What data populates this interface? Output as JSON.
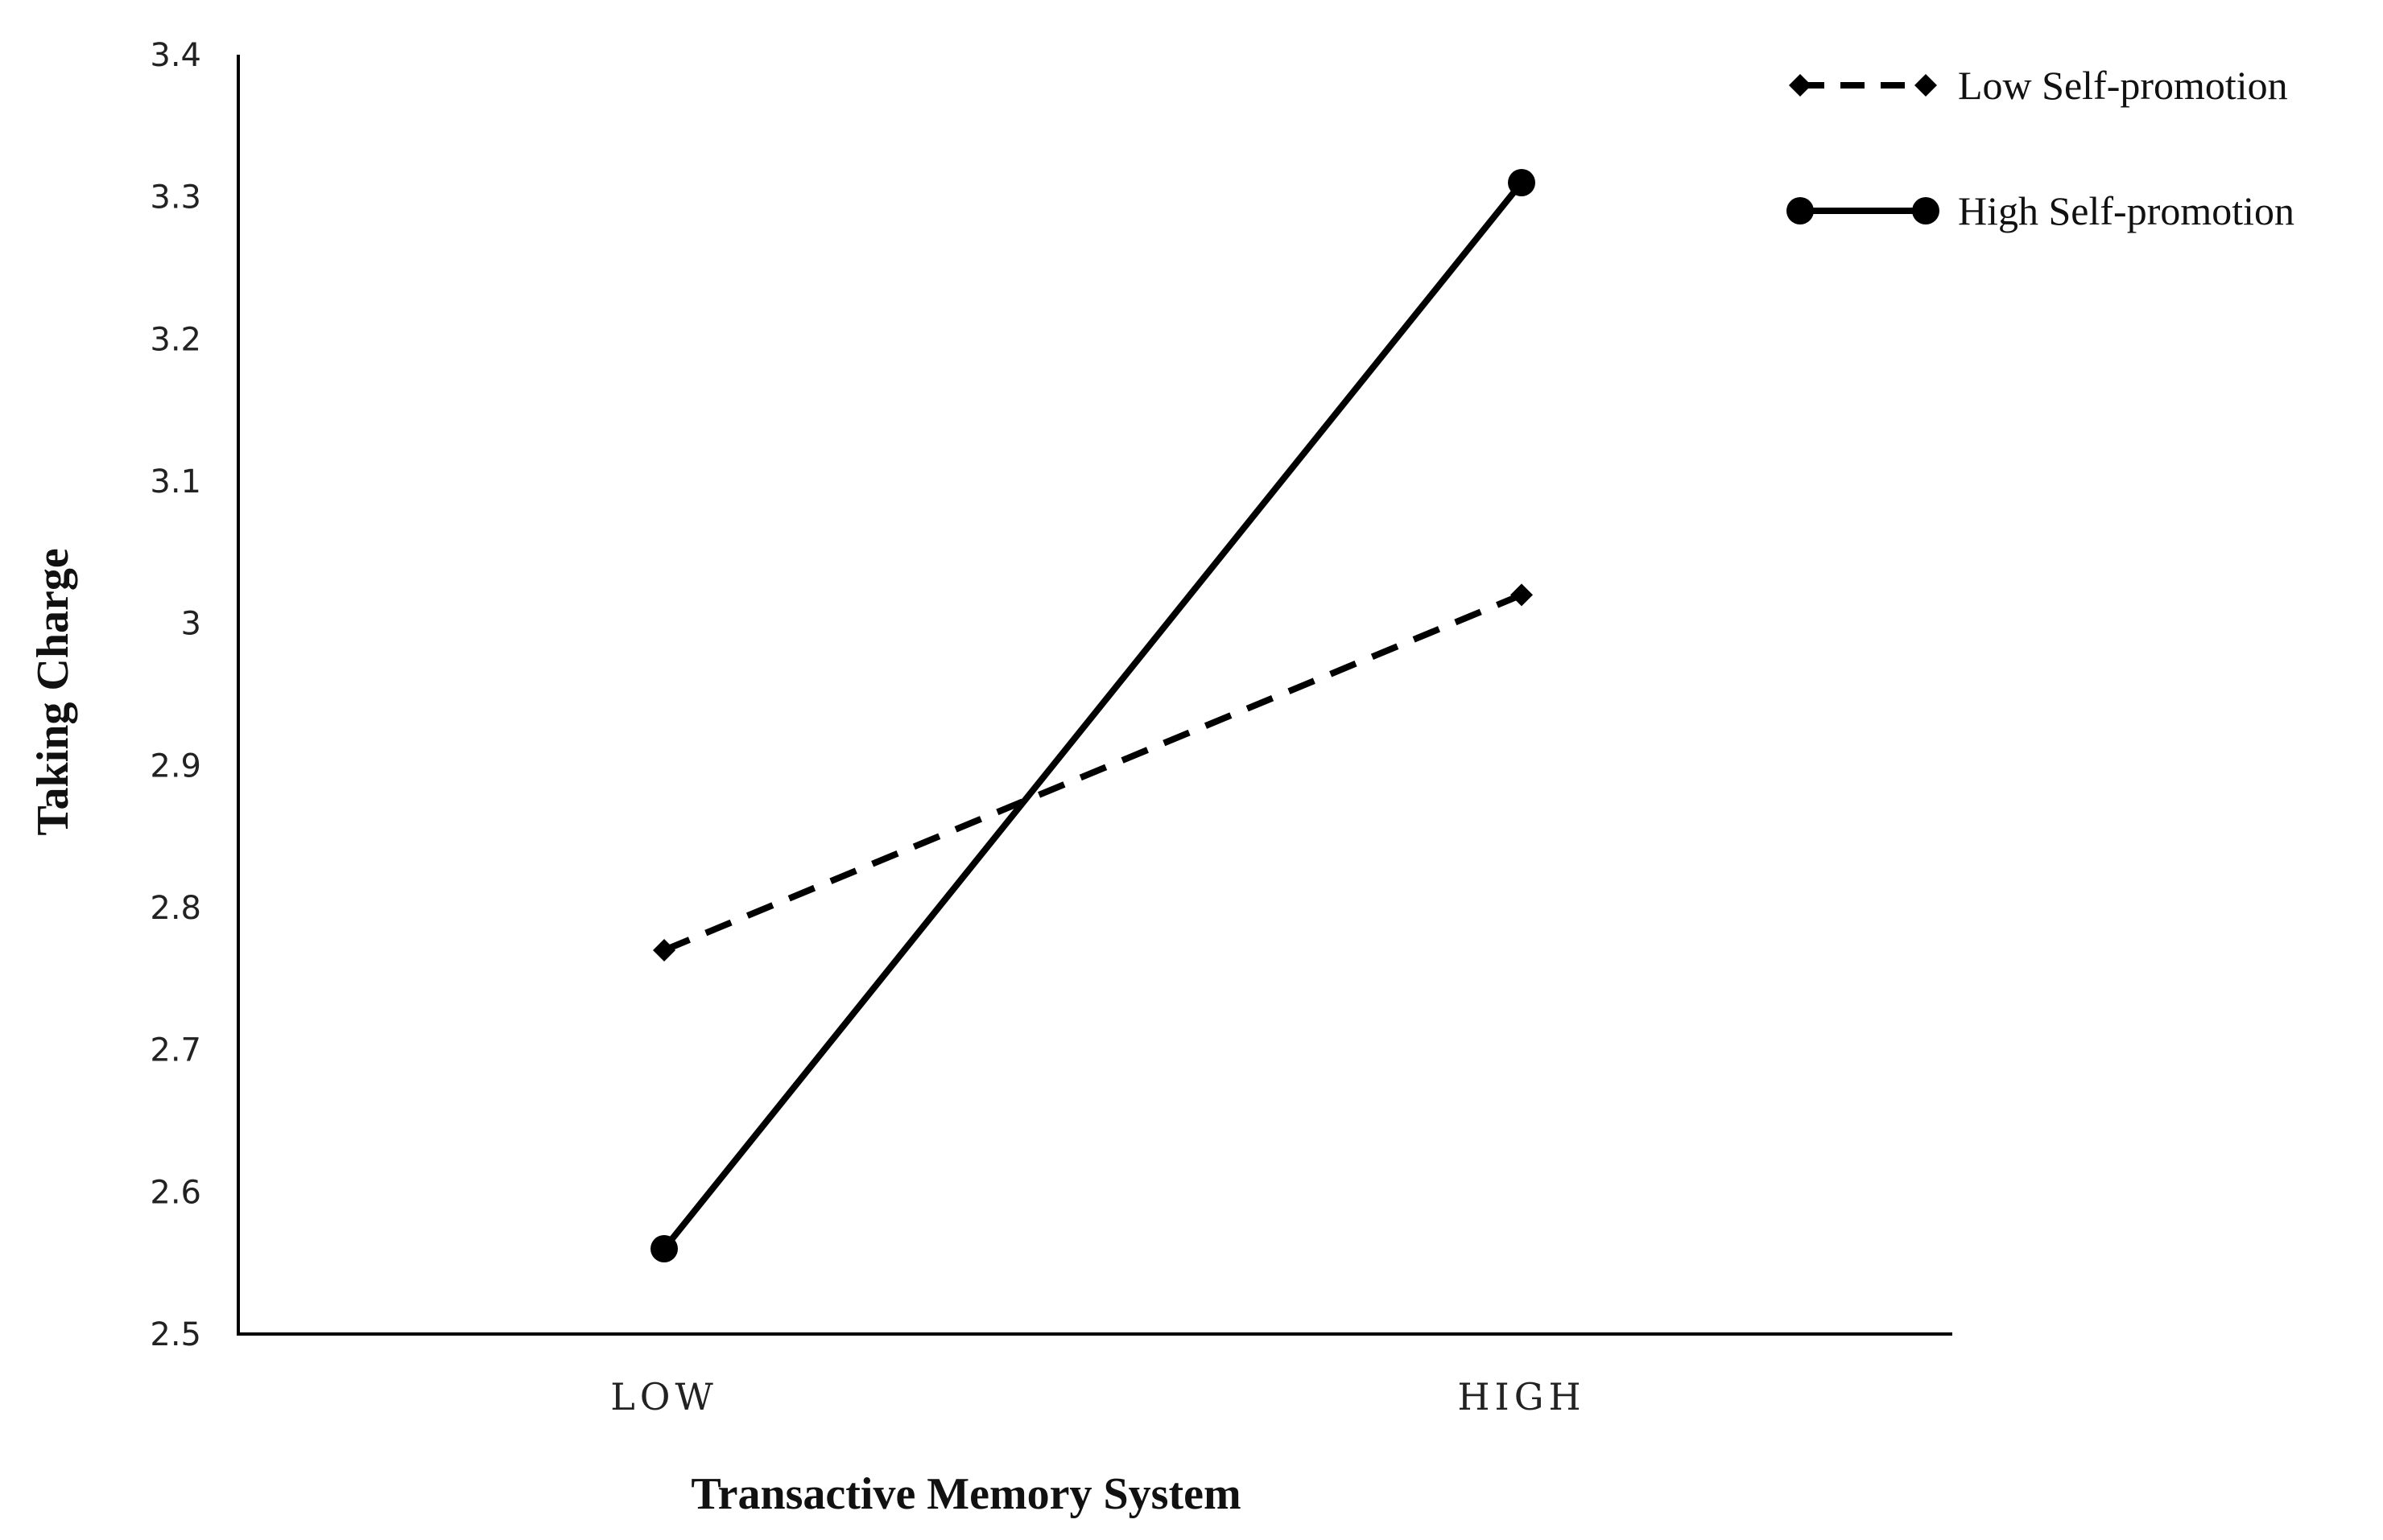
{
  "chart_data": {
    "type": "line",
    "title": "",
    "xlabel": "Transactive Memory System",
    "ylabel": "Taking Charge",
    "categories": [
      "LOW",
      "HIGH"
    ],
    "ylim": [
      2.5,
      3.4
    ],
    "yticks": [
      "2.5",
      "2.6",
      "2.7",
      "2.8",
      "2.9",
      "3",
      "3.1",
      "3.2",
      "3.3",
      "3.4"
    ],
    "grid": false,
    "legend_position": "top-right",
    "series": [
      {
        "name": "Low Self-promotion",
        "values": [
          2.77,
          3.02
        ],
        "line_style": "dashed",
        "marker": "diamond",
        "color": "#000000"
      },
      {
        "name": "High Self-promotion",
        "values": [
          2.56,
          3.31
        ],
        "line_style": "solid",
        "marker": "circle",
        "color": "#000000"
      }
    ]
  }
}
